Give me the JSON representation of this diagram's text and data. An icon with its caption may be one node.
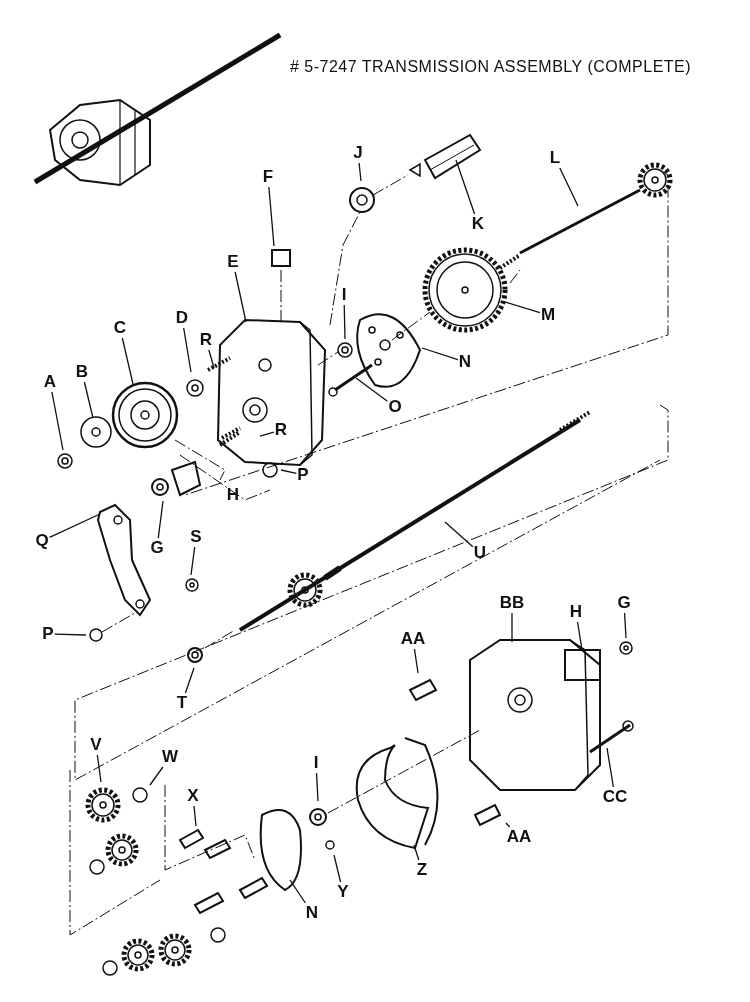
{
  "diagram": {
    "title": "# 5-7247 TRANSMISSION ASSEMBLY (COMPLETE)",
    "nodes": [
      {
        "text": [
          "A"
        ]
      },
      {
        "text": [
          "B"
        ]
      },
      {
        "text": [
          "C"
        ]
      },
      {
        "text": [
          "D"
        ]
      },
      {
        "text": [
          "E"
        ]
      },
      {
        "text": [
          "F"
        ]
      },
      {
        "text": [
          "R"
        ]
      },
      {
        "text": [
          "J"
        ]
      },
      {
        "text": [
          "K"
        ]
      },
      {
        "text": [
          "L"
        ]
      },
      {
        "text": [
          "I"
        ]
      },
      {
        "text": [
          "M"
        ]
      },
      {
        "text": [
          "N"
        ]
      },
      {
        "text": [
          "O"
        ]
      },
      {
        "text": [
          "R"
        ]
      },
      {
        "text": [
          "P"
        ]
      },
      {
        "text": [
          "G"
        ]
      },
      {
        "text": [
          "H"
        ]
      },
      {
        "text": [
          "Q"
        ]
      },
      {
        "text": [
          "S"
        ]
      },
      {
        "text": [
          "U"
        ]
      },
      {
        "text": [
          "P"
        ]
      },
      {
        "text": [
          "T"
        ]
      },
      {
        "text": [
          "BB"
        ]
      },
      {
        "text": [
          "AA"
        ]
      },
      {
        "text": [
          "H"
        ]
      },
      {
        "text": [
          "G"
        ]
      },
      {
        "text": [
          "CC"
        ]
      },
      {
        "text": [
          "V"
        ]
      },
      {
        "text": [
          "W"
        ]
      },
      {
        "text": [
          "X"
        ]
      },
      {
        "text": [
          "I"
        ]
      },
      {
        "text": [
          "AA"
        ]
      },
      {
        "text": [
          "Z"
        ]
      },
      {
        "text": [
          "Y"
        ]
      },
      {
        "text": [
          "N"
        ]
      }
    ],
    "edges": [
      {
        "from": 0,
        "to": null,
        "arrow": "none"
      },
      {
        "from": 1,
        "to": null,
        "arrow": "none"
      },
      {
        "from": 2,
        "to": null,
        "arrow": "none"
      },
      {
        "from": 3,
        "to": null,
        "arrow": "none"
      },
      {
        "from": 4,
        "to": null,
        "arrow": "none"
      },
      {
        "from": 5,
        "to": null,
        "arrow": "none"
      },
      {
        "from": 6,
        "to": null,
        "arrow": "none"
      },
      {
        "from": 7,
        "to": null,
        "arrow": "none"
      },
      {
        "from": 8,
        "to": null,
        "arrow": "none"
      },
      {
        "from": 9,
        "to": null,
        "arrow": "none"
      },
      {
        "from": 10,
        "to": null,
        "arrow": "none"
      },
      {
        "from": 11,
        "to": null,
        "arrow": "none"
      },
      {
        "from": 12,
        "to": null,
        "arrow": "none"
      },
      {
        "from": 13,
        "to": null,
        "arrow": "none"
      },
      {
        "from": 14,
        "to": null,
        "arrow": "none"
      },
      {
        "from": 15,
        "to": null,
        "arrow": "none"
      },
      {
        "from": 16,
        "to": null,
        "arrow": "none"
      },
      {
        "from": 18,
        "to": null,
        "arrow": "none"
      },
      {
        "from": 19,
        "to": null,
        "arrow": "none"
      },
      {
        "from": 20,
        "to": null,
        "arrow": "none"
      },
      {
        "from": 21,
        "to": null,
        "arrow": "none"
      },
      {
        "from": 22,
        "to": null,
        "arrow": "none"
      },
      {
        "from": 23,
        "to": null,
        "arrow": "none"
      },
      {
        "from": 24,
        "to": null,
        "arrow": "none"
      },
      {
        "from": 25,
        "to": null,
        "arrow": "none"
      },
      {
        "from": 26,
        "to": null,
        "arrow": "none"
      },
      {
        "from": 27,
        "to": null,
        "arrow": "none"
      },
      {
        "from": 28,
        "to": null,
        "arrow": "none"
      },
      {
        "from": 29,
        "to": null,
        "arrow": "none"
      },
      {
        "from": 30,
        "to": null,
        "arrow": "none"
      },
      {
        "from": 31,
        "to": null,
        "arrow": "none"
      },
      {
        "from": 32,
        "to": null,
        "arrow": "none"
      },
      {
        "from": 33,
        "to": null,
        "arrow": "none"
      },
      {
        "from": 34,
        "to": null,
        "arrow": "none"
      },
      {
        "from": 35,
        "to": null,
        "arrow": "none"
      }
    ]
  }
}
